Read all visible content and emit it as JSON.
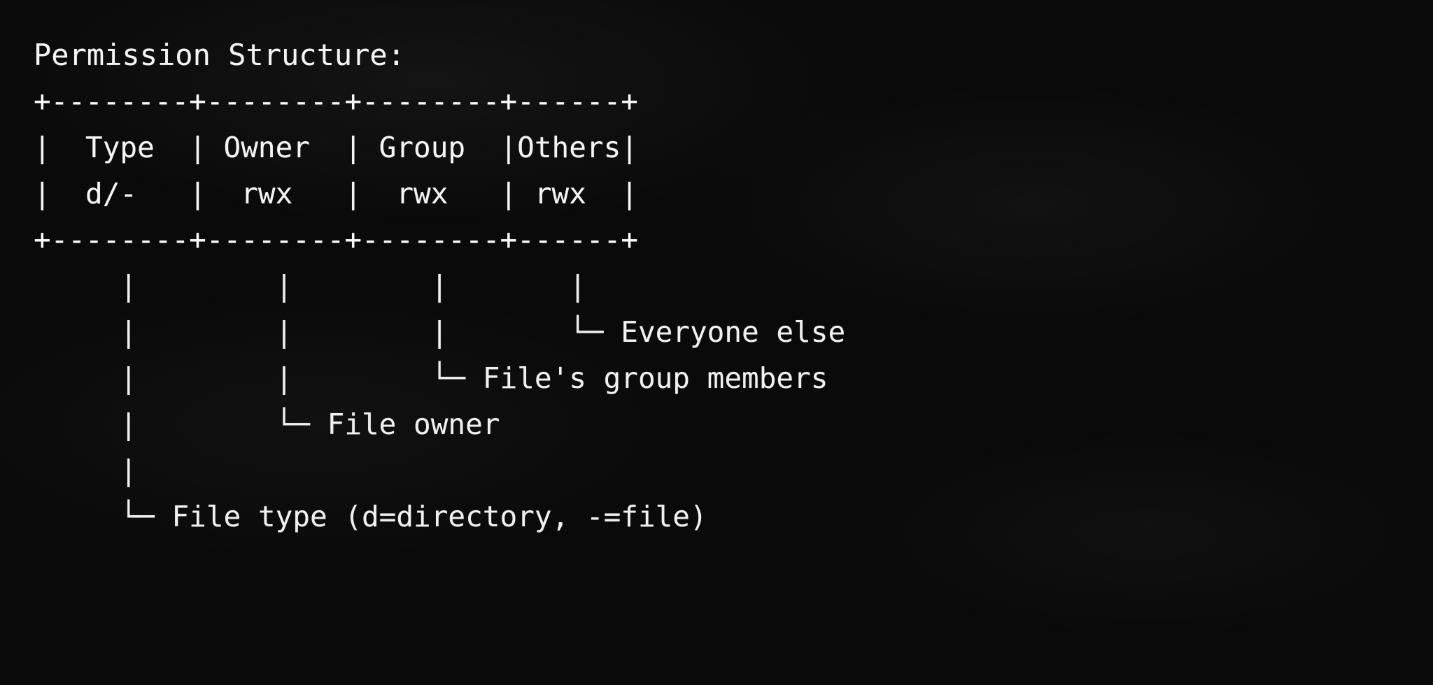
{
  "terminal": {
    "background_color": "#0a0a0a",
    "foreground_color": "#f4f4f4",
    "title": "Permission Structure:"
  },
  "table": {
    "columns": [
      {
        "header": "Type",
        "value": "d/-"
      },
      {
        "header": "Owner",
        "value": "rwx"
      },
      {
        "header": "Group",
        "value": "rwx"
      },
      {
        "header": "Others",
        "value": "rwx"
      }
    ],
    "top_border": "+--------+--------+--------+------+",
    "header_row": "|  Type  | Owner  | Group  |Others|",
    "value_row": "|  d/-   |  rwx   |  rwx   | rwx  |",
    "bottom_border": "+--------+--------+--------+------+"
  },
  "connectors": {
    "line_1": "     |        |        |       |",
    "line_2": "     |        |        |       └─ Everyone else",
    "line_3": "     |        |        └─ File's group members",
    "line_4": "     |        └─ File owner",
    "line_5": "     |",
    "line_6": "     └─ File type (d=directory, -=file)"
  },
  "annotations": [
    {
      "target": "Others",
      "text": "Everyone else"
    },
    {
      "target": "Group",
      "text": "File's group members"
    },
    {
      "target": "Owner",
      "text": "File owner"
    },
    {
      "target": "Type",
      "text": "File type (d=directory, -=file)"
    }
  ],
  "legend": {
    "d_meaning": "d=directory",
    "dash_meaning": "-=file",
    "permission_bits": "rwx"
  }
}
